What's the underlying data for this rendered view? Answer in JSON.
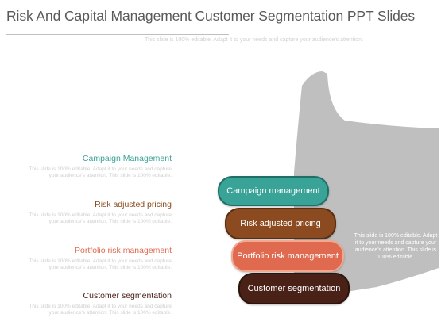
{
  "slide": {
    "title": "Risk And Capital Management Customer Segmentation PPT Slides",
    "subtitle": "This slide is 100% editable. Adapt it to your needs and capture your audience's attention."
  },
  "items": [
    {
      "title": "Campaign Management",
      "desc": "This slide is 100% editable. Adapt it to your needs and capture your audience's attention. This slide is 100% editable.",
      "color": "#3aa398"
    },
    {
      "title": "Risk adjusted pricing",
      "desc": "This slide is 100% editable. Adapt it to your needs and capture your audience's attention. This slide is 100% editable.",
      "color": "#8b4a1f"
    },
    {
      "title": "Portfolio risk management",
      "desc": "This slide is 100% editable. Adapt it to your needs and capture your audience's attention. This slide is 100% editable.",
      "color": "#e06a50"
    },
    {
      "title": "Customer segmentation",
      "desc": "This slide is 100% editable. Adapt it to your needs and capture your audience's attention. This slide is 100% editable.",
      "color": "#4a2116"
    }
  ],
  "fingers": [
    {
      "label": "Campaign management",
      "bg": "#3aa398",
      "border": "#1f6f66"
    },
    {
      "label": "Risk adjusted pricing",
      "bg": "#8b4a1f",
      "border": "#5a2d10"
    },
    {
      "label": "Portfolio risk management",
      "bg": "#e06a50",
      "border": "#f1a88e"
    },
    {
      "label": "Customer segmentation",
      "bg": "#4a2116",
      "border": "#2c130c"
    }
  ],
  "thumb": {
    "color": "#bfbfbf",
    "text": "This slide is 100% editable. Adapt it to your needs and capture your audience's attention. This slide is 100% editable."
  }
}
